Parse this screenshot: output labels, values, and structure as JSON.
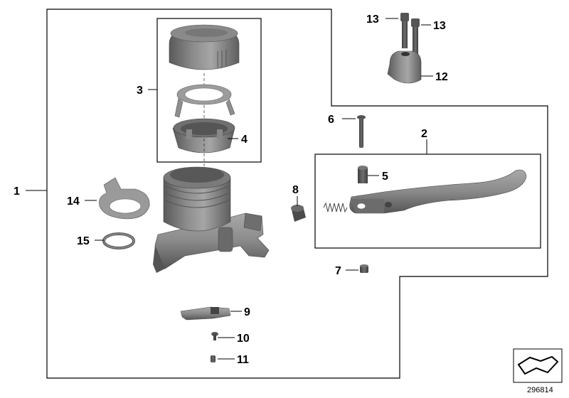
{
  "diagram": {
    "callouts": {
      "c1": "1",
      "c2": "2",
      "c3": "3",
      "c4": "4",
      "c5": "5",
      "c6": "6",
      "c7": "7",
      "c8": "8",
      "c9": "9",
      "c10": "10",
      "c11": "11",
      "c12": "12",
      "c13a": "13",
      "c13b": "13",
      "c14": "14",
      "c15": "15"
    },
    "document_number": "296814",
    "colors": {
      "part_dark": "#5f5f5f",
      "part_mid": "#7e7e7e",
      "part_light": "#a8a8a8",
      "outline": "#000000"
    }
  }
}
